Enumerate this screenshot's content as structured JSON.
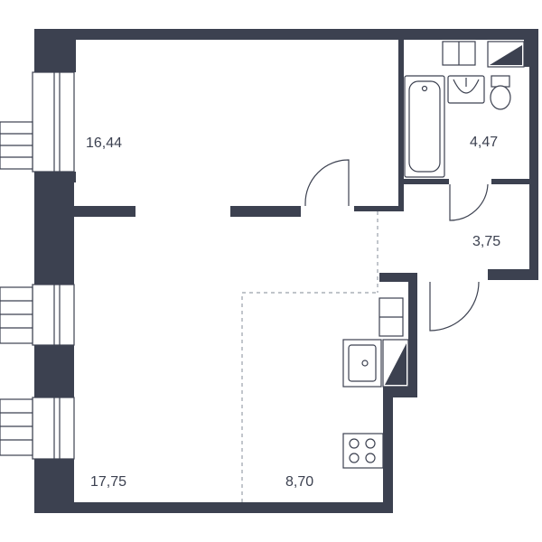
{
  "rooms": [
    {
      "id": "room-top-left",
      "area": "16,44"
    },
    {
      "id": "room-bath",
      "area": "4,47"
    },
    {
      "id": "room-hall",
      "area": "3,75"
    },
    {
      "id": "room-bottom-left",
      "area": "17,75"
    },
    {
      "id": "room-kitchen",
      "area": "8,70"
    }
  ],
  "colors": {
    "wall": "#3c4150",
    "dashed": "#9aa0aa",
    "background": "#ffffff"
  }
}
